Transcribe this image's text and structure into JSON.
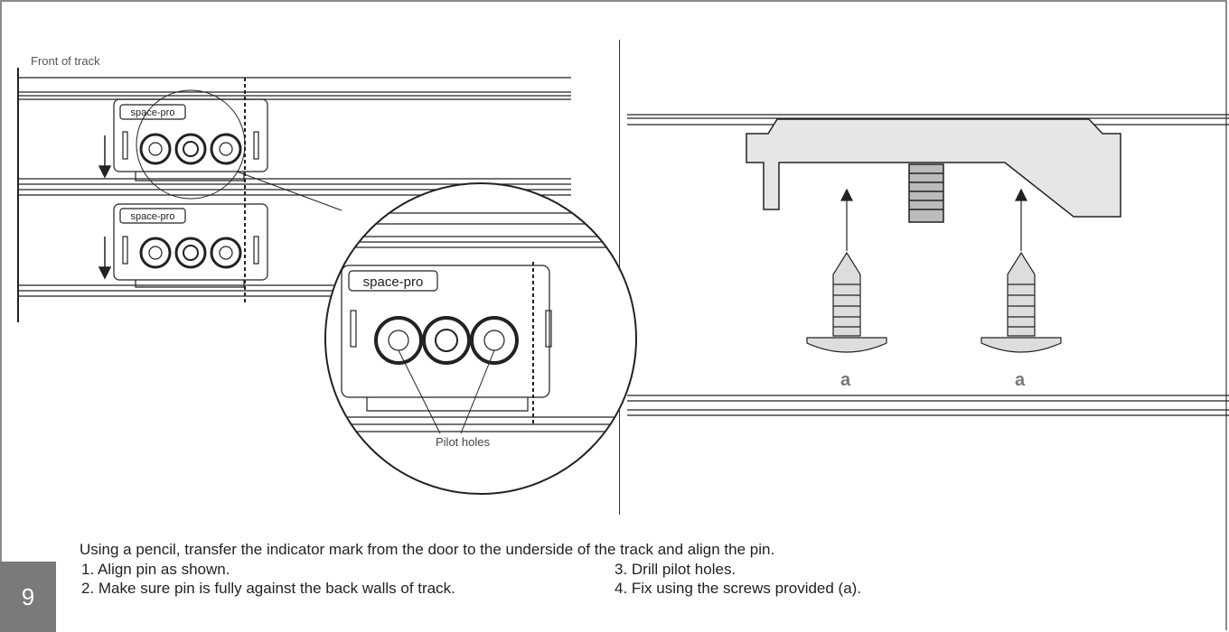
{
  "front_label": "Front of track",
  "pin_logo": "space-pro",
  "pilot_label": "Pilot holes",
  "screw_label": "a",
  "step_number": "9",
  "instructions": {
    "intro": "Using a pencil, transfer the indicator mark from the door to the underside of the track and align the pin.",
    "steps": [
      "1.  Align pin as shown.",
      "3.  Drill pilot holes.",
      "2.  Make sure pin is fully against the back walls of track.",
      "4.  Fix using the screws provided (a)."
    ]
  }
}
